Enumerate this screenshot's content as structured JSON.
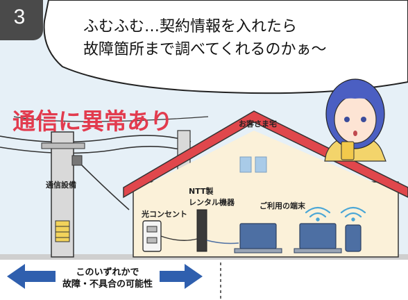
{
  "panel_number": "3",
  "speech": {
    "line1": "ふむふむ…契約情報を入れたら",
    "line2": "故障箇所まで調べてくれるのかぁ〜"
  },
  "alert_text": "通信に異常あり",
  "labels": {
    "house": "お客さま宅",
    "pole": "通信設備",
    "ntt_line1": "NTT製",
    "ntt_line2": "レンタル機器",
    "terminals": "ご利用の端末",
    "outlet": "光コンセント"
  },
  "arrow": {
    "line1": "このいずれかで",
    "line2": "故障・不具合の可能性"
  },
  "colors": {
    "badge": "#4a4a4a",
    "alert": "#e23b4e",
    "roof": "#e0474c",
    "wall": "#fbf1d9",
    "arrow": "#2f5fae",
    "device": "#4d6fa3",
    "sky": "#e6f0f7"
  }
}
